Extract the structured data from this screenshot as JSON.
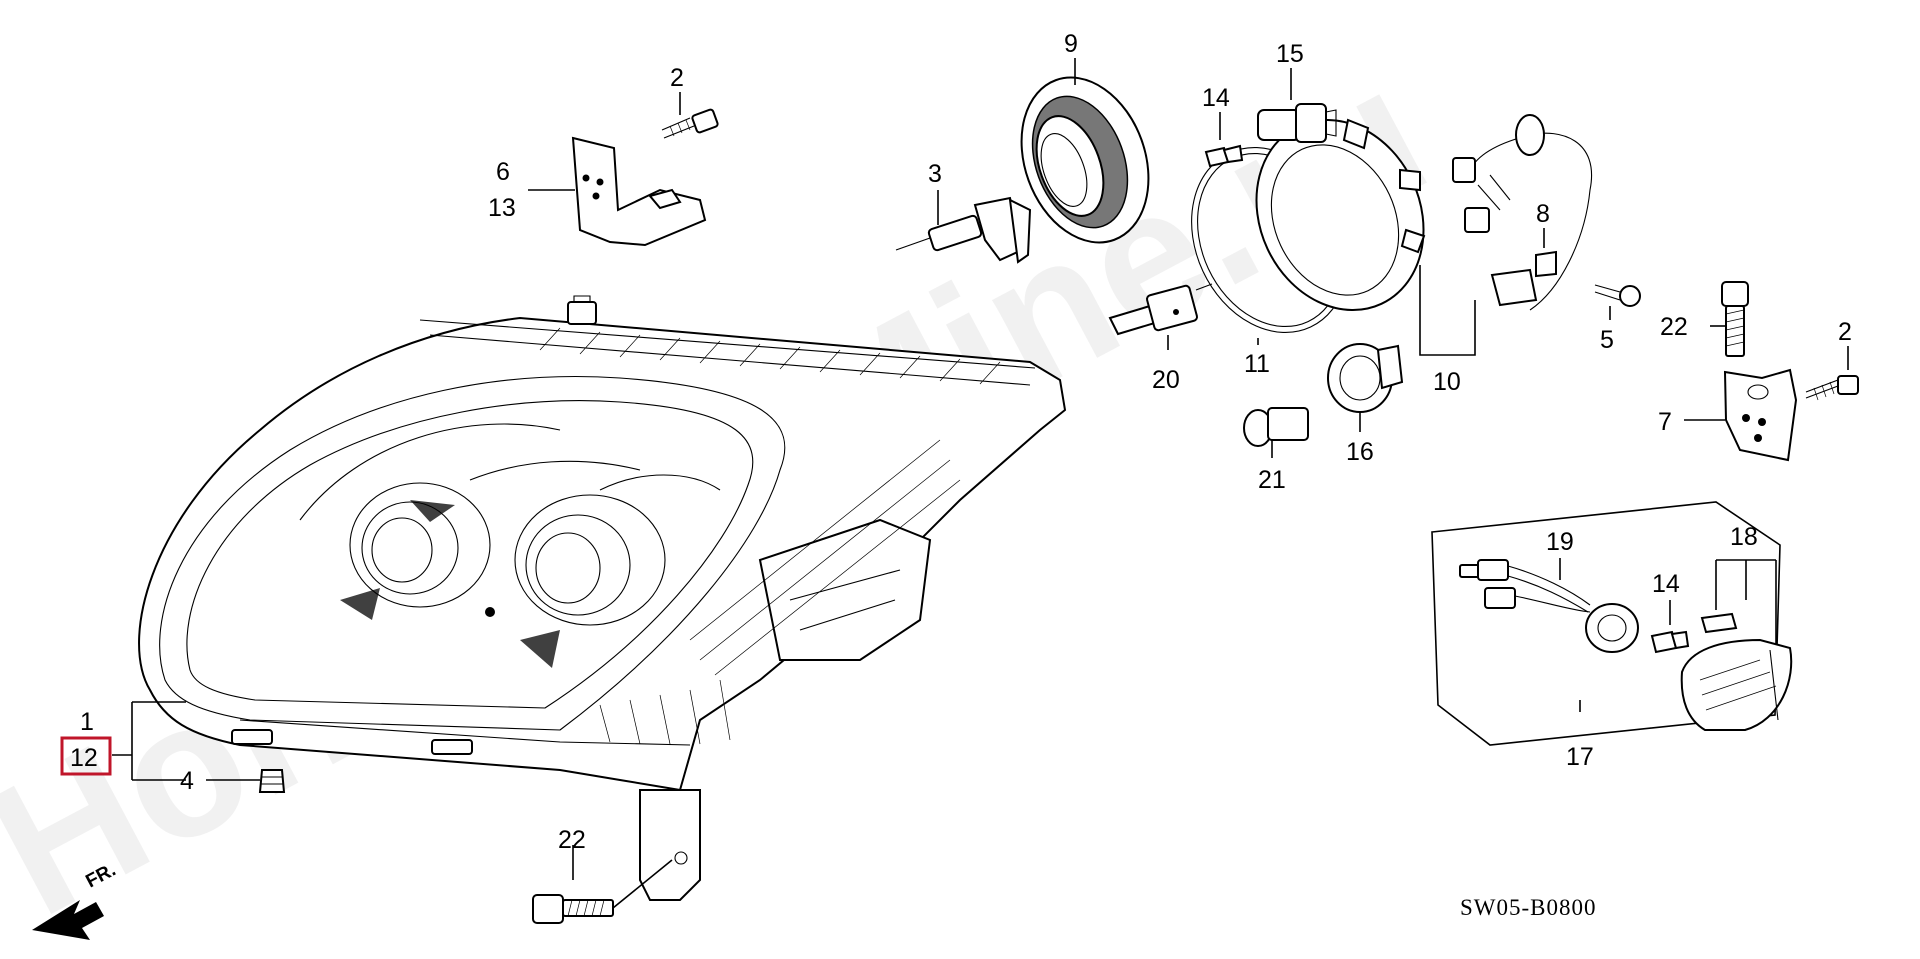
{
  "watermark": "HondaCarMine.ru",
  "diagram_code": "SW05-B0800",
  "front_marker": "FR.",
  "highlight_color": "#c0152a",
  "callouts": {
    "p1": "1",
    "p12": "12",
    "p4": "4",
    "p22a": "22",
    "p2a": "2",
    "p6": "6",
    "p13": "13",
    "p3": "3",
    "p9": "9",
    "p14a": "14",
    "p15": "15",
    "p11": "11",
    "p10": "10",
    "p8": "8",
    "p5": "5",
    "p20": "20",
    "p21": "21",
    "p16": "16",
    "p22b": "22",
    "p2b": "2",
    "p7": "7",
    "p19": "19",
    "p14b": "14",
    "p18": "18",
    "p17": "17"
  }
}
